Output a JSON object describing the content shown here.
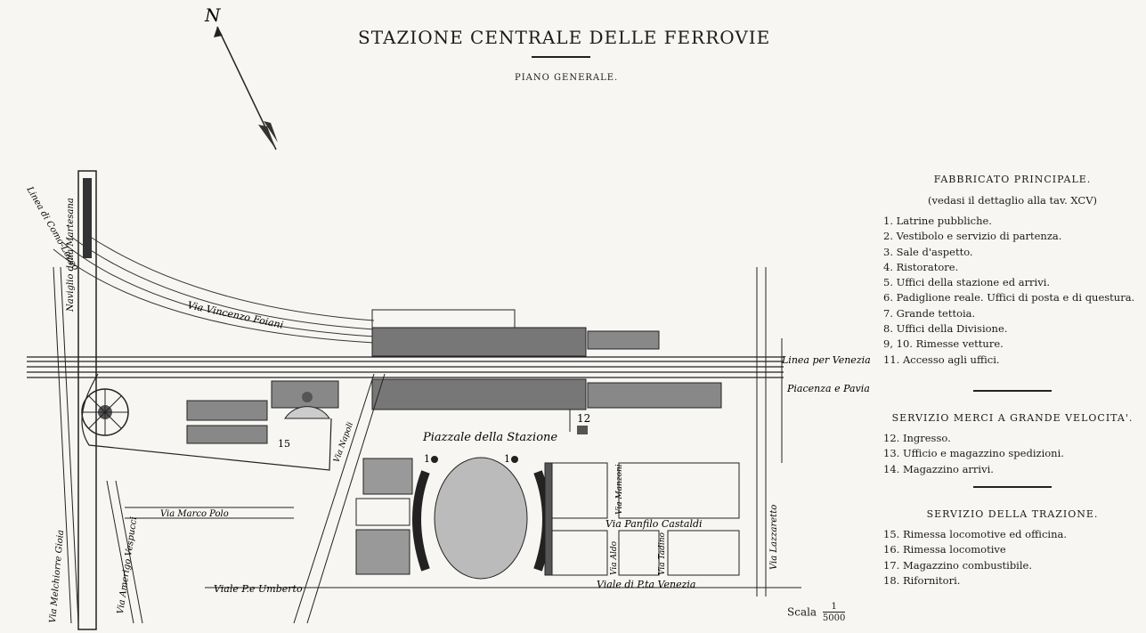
{
  "title": "STAZIONE CENTRALE DELLE FERROVIE",
  "subtitle": "PIANO GENERALE.",
  "north": "N",
  "legend": {
    "section1": {
      "heading": "FABBRICATO PRINCIPALE.",
      "subheading": "(vedasi il dettaglio alla tav. XCV)",
      "items": [
        "1. Latrine pubbliche.",
        "2. Vestibolo e servizio di partenza.",
        "3. Sale d'aspetto.",
        "4. Ristoratore.",
        "5. Uffici della stazione ed arrivi.",
        "6. Padiglione reale. Uffici di posta e di questura.",
        "7. Grande tettoia.",
        "8. Uffici della Divisione.",
        "9, 10. Rimesse vetture.",
        "11. Accesso agli uffici."
      ]
    },
    "section2": {
      "heading": "SERVIZIO MERCI A GRANDE VELOCITA'.",
      "items": [
        "12. Ingresso.",
        "13. Ufficio e magazzino spedizioni.",
        "14. Magazzino arrivi."
      ]
    },
    "section3": {
      "heading": "SERVIZIO DELLA TRAZIONE.",
      "items": [
        "15. Rimessa locomotive ed officina.",
        "16. Rimessa locomotive",
        "17. Magazzino combustibile.",
        "18. Rifornitori."
      ]
    }
  },
  "scale": {
    "label": "Scala",
    "num": "1",
    "den": "5000"
  },
  "map_labels": {
    "piazzale": "Piazzale della Stazione",
    "via_vincenzo_foiani": "Via Vincenzo Foiani",
    "linea_venezia": "Linea per Venezia",
    "linea_piacenza": "Piacenza e Pavia",
    "linea_lecco": "Linea di Como-Lecco",
    "via_marco_polo": "Via Marco Polo",
    "viale_umberto": "Viale P.e Umberto",
    "viale_venezia": "Viale di P.ta Venezia",
    "via_panfilo": "Via Panfilo Castaldi",
    "via_lazzaretto": "Via Lazzaretto",
    "via_gioia": "Via Melchiorre Gioia",
    "via_vespucci": "Via Amerigo Vespucci",
    "via_manzoni": "Via Manzoni",
    "via_aldo": "Via Aldo",
    "via_tadino": "Via Tadino",
    "via_napoli": "Via Napoli",
    "via_nazionale": "Naviglio della Martesana",
    "num_12": "12",
    "num_15": "15",
    "num_1a": "1",
    "num_1b": "1"
  }
}
